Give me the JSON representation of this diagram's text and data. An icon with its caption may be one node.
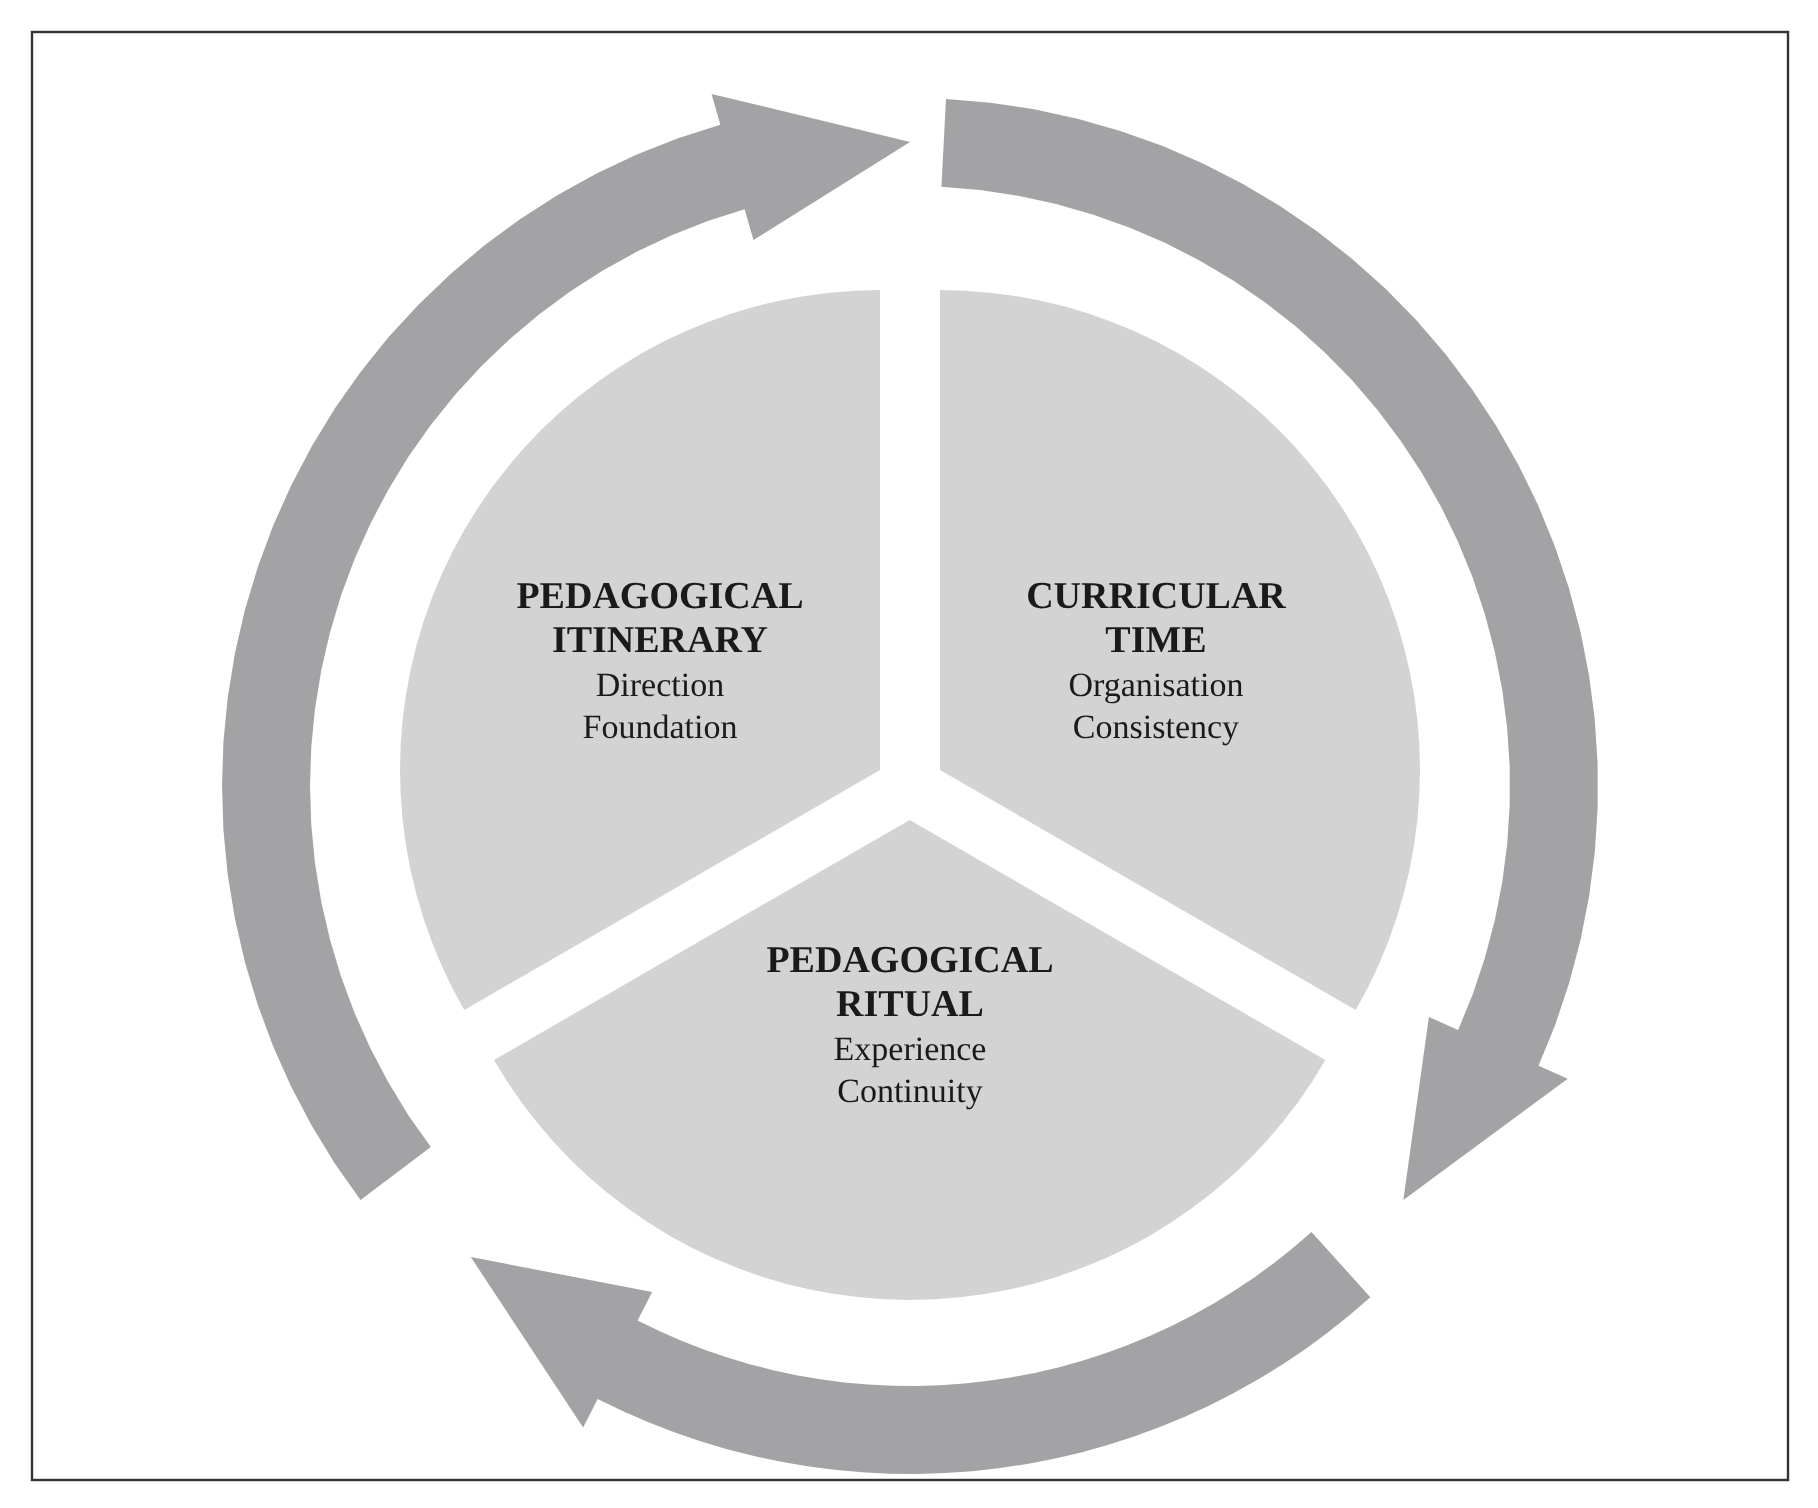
{
  "diagram": {
    "nodes": [
      {
        "text": [
          "PEDAGOGICAL ITINERARY",
          "Direction",
          "Foundation"
        ]
      },
      {
        "text": [
          "CURRICULAR TIME",
          "Organisation",
          "Consistency"
        ]
      },
      {
        "text": [
          "PEDAGOGICAL RITUAL",
          "Experience",
          "Continuity"
        ]
      }
    ],
    "edges": [
      {
        "from": 0,
        "to": 1,
        "arrow": "to"
      },
      {
        "from": 1,
        "to": 2,
        "arrow": "to"
      },
      {
        "from": 2,
        "to": 0,
        "arrow": "to"
      }
    ]
  }
}
